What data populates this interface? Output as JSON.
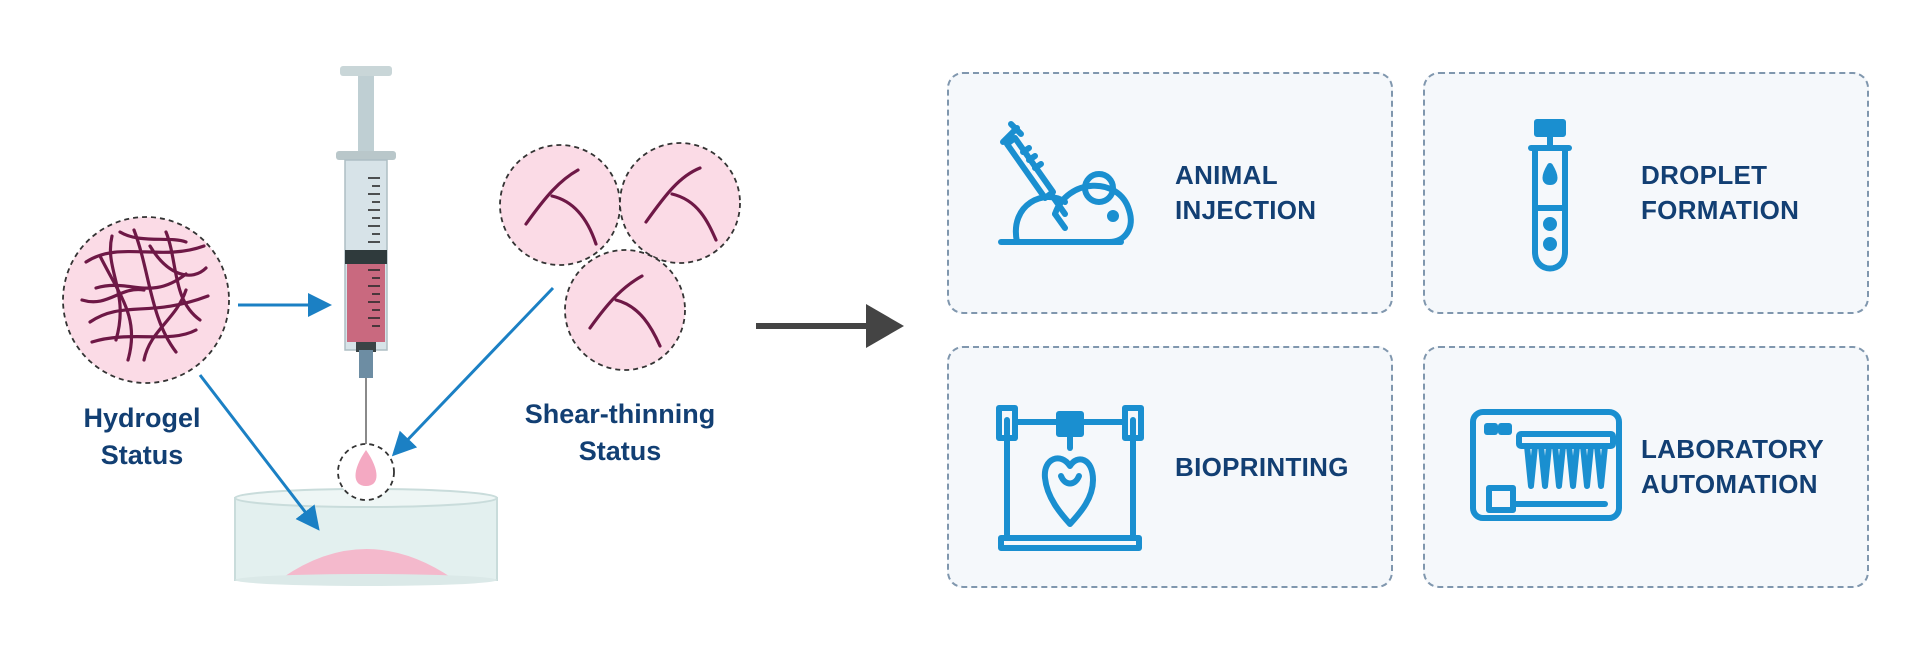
{
  "labels": {
    "hydrogel_line1": "Hydrogel",
    "hydrogel_line2": "Status",
    "shear_line1": "Shear-thinning",
    "shear_line2": "Status"
  },
  "applications": [
    {
      "line1": "ANIMAL",
      "line2": "INJECTION",
      "icon": "animal-injection-icon"
    },
    {
      "line1": "DROPLET",
      "line2": "FORMATION",
      "icon": "droplet-formation-icon"
    },
    {
      "line1": "BIOPRINTING",
      "line2": "",
      "icon": "bioprinting-icon"
    },
    {
      "line1": "LABORATORY",
      "line2": "AUTOMATION",
      "icon": "laboratory-automation-icon"
    }
  ],
  "colors": {
    "title_text": "#123f73",
    "icon_blue": "#1a8fd0",
    "arrow_blue": "#1b80c4",
    "fiber": "#6e1846",
    "gel_pink": "#fbdbe6",
    "card_border": "#8097ae",
    "card_bg": "#f5f8fb",
    "main_arrow": "#444444"
  }
}
